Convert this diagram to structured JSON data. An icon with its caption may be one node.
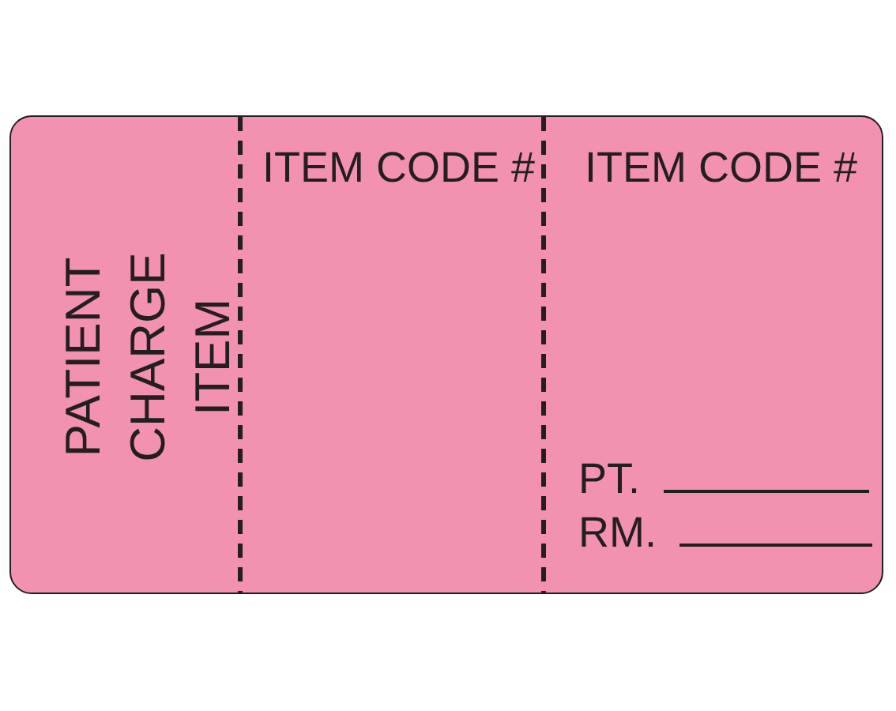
{
  "diagram": {
    "labels": [
      "PATIENT CHARGE ITEM",
      "ITEM CODE #",
      "ITEM CODE #",
      "PT.",
      "RM."
    ]
  }
}
